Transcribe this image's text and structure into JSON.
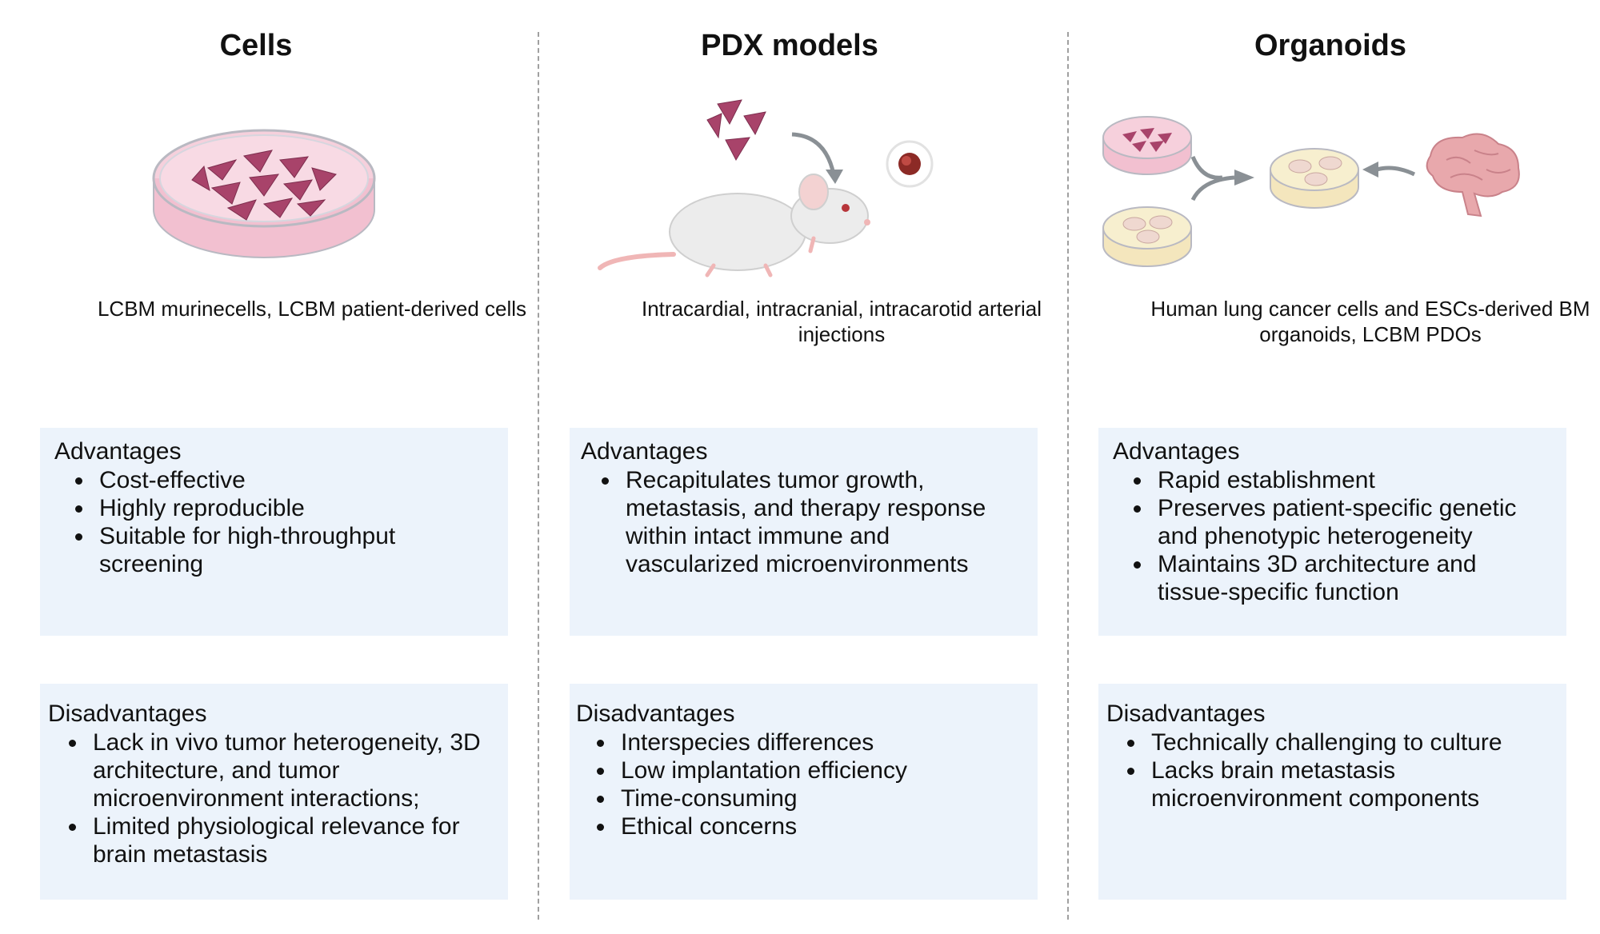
{
  "columns": [
    {
      "title": "Cells",
      "caption": "LCBM murinecells, LCBM patient-derived cells",
      "advantages": {
        "heading": "Advantages",
        "items": [
          "Cost-effective",
          "Highly reproducible",
          "Suitable for high-throughput screening"
        ]
      },
      "disadvantages": {
        "heading": "Disadvantages",
        "items": [
          "Lack in vivo tumor heterogeneity, 3D architecture, and tumor microenvironment interactions;",
          "Limited physiological relevance for brain metastasis"
        ]
      }
    },
    {
      "title": "PDX models",
      "caption": "Intracardial, intracranial, intracarotid arterial injections",
      "advantages": {
        "heading": "Advantages",
        "items": [
          "Recapitulates tumor growth, metastasis, and therapy response within intact immune and vascularized microenvironments"
        ]
      },
      "disadvantages": {
        "heading": "Disadvantages",
        "items": [
          "Interspecies differences",
          "Low implantation efficiency",
          "Time-consuming",
          "Ethical concerns"
        ]
      }
    },
    {
      "title": "Organoids",
      "caption": "Human lung cancer cells and ESCs-derived BM organoids, LCBM PDOs",
      "advantages": {
        "heading": "Advantages",
        "items": [
          "Rapid establishment",
          "Preserves patient-specific genetic and phenotypic heterogeneity",
          "Maintains 3D architecture and tissue-specific function"
        ]
      },
      "disadvantages": {
        "heading": "Disadvantages",
        "items": [
          "Technically challenging to culture",
          "Lacks brain metastasis microenvironment components"
        ]
      }
    }
  ],
  "colors": {
    "box_bg": "#ecf3fb",
    "divider": "#a0a0a0",
    "dish_medium": "#f6d0dc",
    "cell": "#a8436a",
    "arrow": "#8a9095",
    "organoid_medium": "#f7efcf",
    "brain": "#e8a8ac"
  },
  "icons": [
    "petri-dish-icon",
    "mouse-icon",
    "tumor-icon",
    "brain-icon",
    "arrow-icon"
  ]
}
